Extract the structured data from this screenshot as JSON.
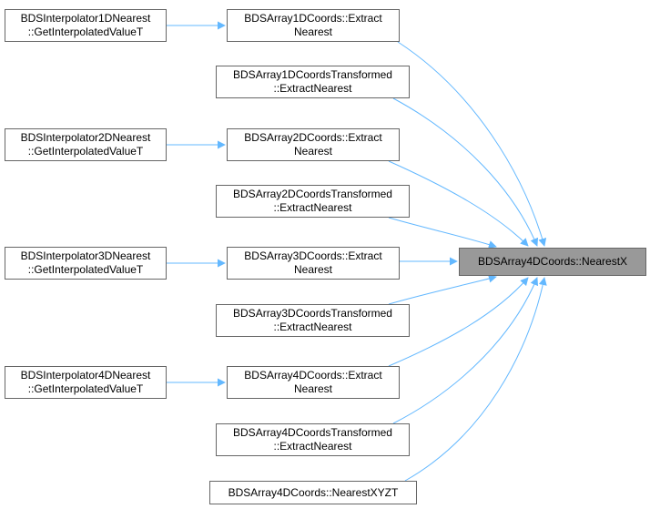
{
  "target": {
    "lines": [
      "BDSArray4DCoords::NearestX"
    ]
  },
  "nodes": [
    {
      "id": "interp1d",
      "lines": [
        "BDSInterpolator1DNearest",
        "::GetInterpolatedValueT"
      ]
    },
    {
      "id": "arr1d",
      "lines": [
        "BDSArray1DCoords::Extract",
        "Nearest"
      ]
    },
    {
      "id": "arr1dt",
      "lines": [
        "BDSArray1DCoordsTransformed",
        "::ExtractNearest"
      ]
    },
    {
      "id": "interp2d",
      "lines": [
        "BDSInterpolator2DNearest",
        "::GetInterpolatedValueT"
      ]
    },
    {
      "id": "arr2d",
      "lines": [
        "BDSArray2DCoords::Extract",
        "Nearest"
      ]
    },
    {
      "id": "arr2dt",
      "lines": [
        "BDSArray2DCoordsTransformed",
        "::ExtractNearest"
      ]
    },
    {
      "id": "interp3d",
      "lines": [
        "BDSInterpolator3DNearest",
        "::GetInterpolatedValueT"
      ]
    },
    {
      "id": "arr3d",
      "lines": [
        "BDSArray3DCoords::Extract",
        "Nearest"
      ]
    },
    {
      "id": "arr3dt",
      "lines": [
        "BDSArray3DCoordsTransformed",
        "::ExtractNearest"
      ]
    },
    {
      "id": "interp4d",
      "lines": [
        "BDSInterpolator4DNearest",
        "::GetInterpolatedValueT"
      ]
    },
    {
      "id": "arr4d",
      "lines": [
        "BDSArray4DCoords::Extract",
        "Nearest"
      ]
    },
    {
      "id": "arr4dt",
      "lines": [
        "BDSArray4DCoordsTransformed",
        "::ExtractNearest"
      ]
    },
    {
      "id": "nxyzt",
      "lines": [
        "BDSArray4DCoords::NearestXYZT"
      ]
    }
  ],
  "colors": {
    "edge": "#63b8ff",
    "node_border": "#666666",
    "target_fill": "#999999"
  }
}
